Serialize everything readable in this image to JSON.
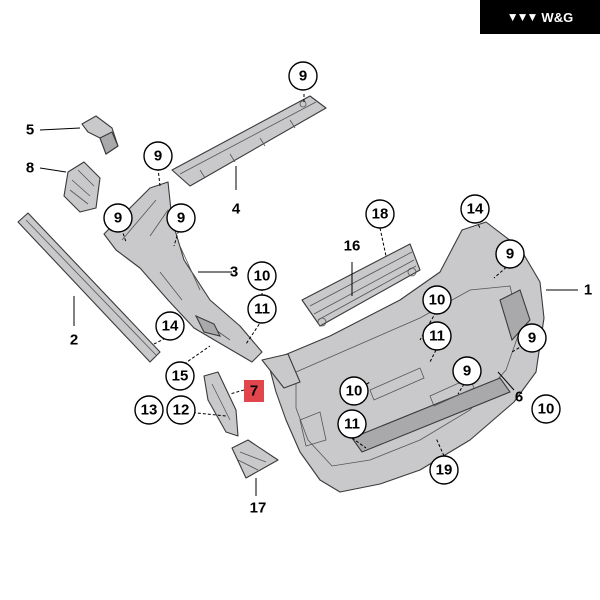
{
  "brand": {
    "logo_icon": "wing-logo-icon",
    "label": "W&G"
  },
  "diagram": {
    "callouts_circled": [
      "9",
      "9",
      "9",
      "9",
      "9",
      "9",
      "9",
      "10",
      "11",
      "10",
      "11",
      "10",
      "11",
      "10",
      "14",
      "14",
      "15",
      "18",
      "12",
      "13",
      "19"
    ],
    "callouts_plain": [
      "5",
      "8",
      "4",
      "3",
      "2",
      "16",
      "1",
      "6",
      "17"
    ],
    "highlight": {
      "label": "7",
      "color": "#e0464b"
    },
    "part_color": "#c9c9cb",
    "outline_color": "#3a3a3a"
  }
}
